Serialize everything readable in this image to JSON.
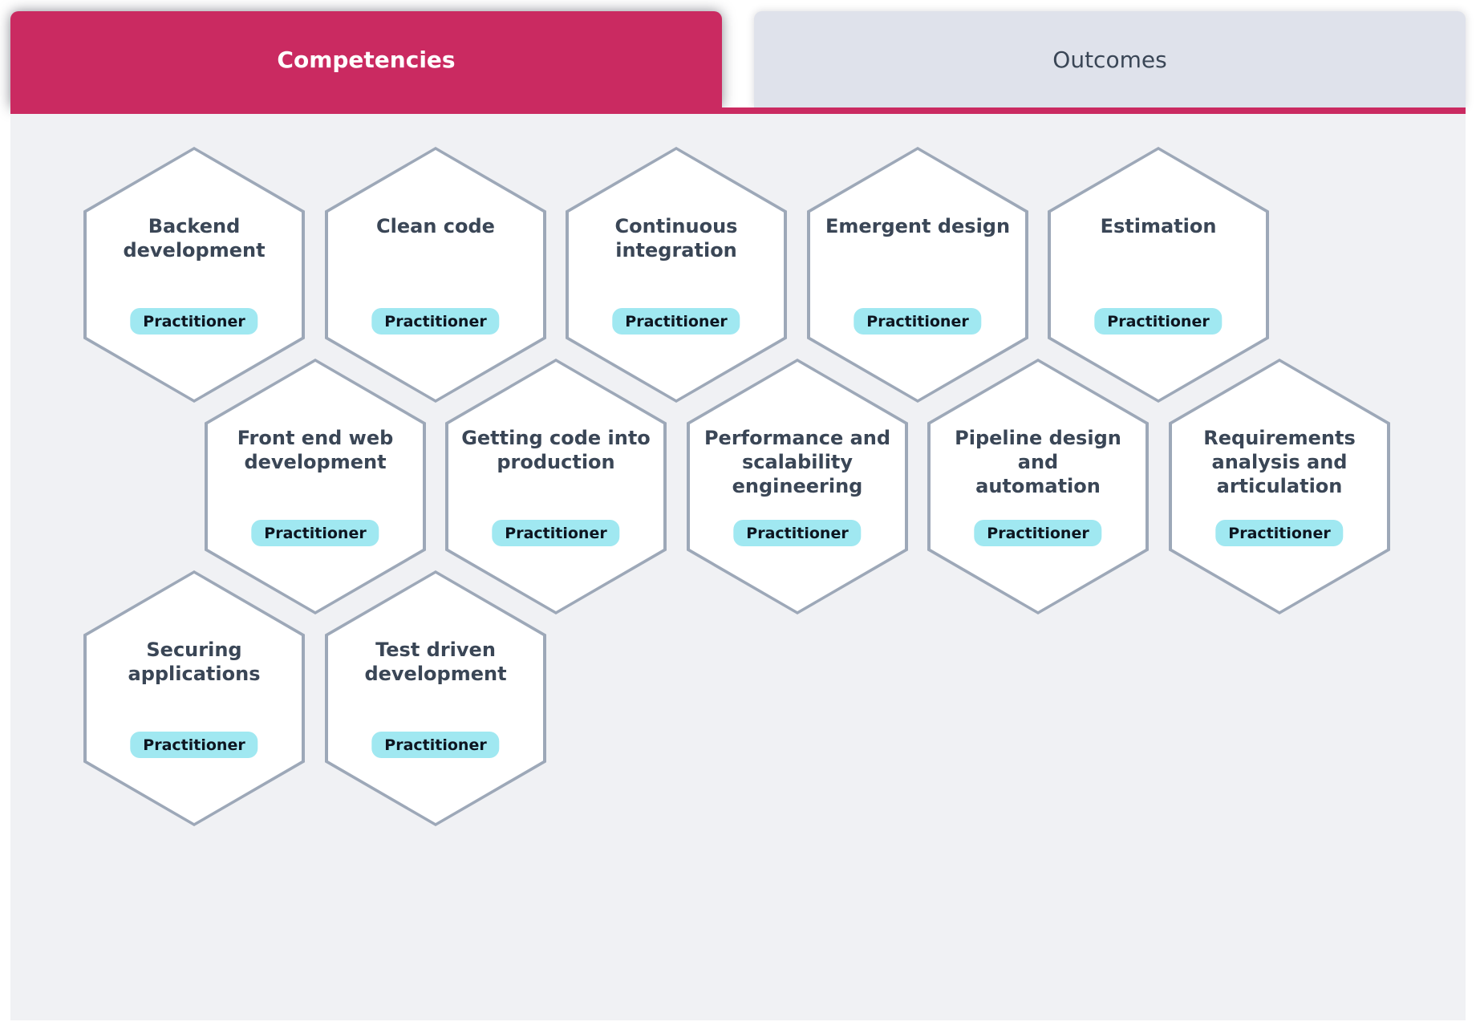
{
  "header": {
    "tabs": [
      {
        "label": "Competencies",
        "active": true
      },
      {
        "label": "Outcomes",
        "active": false
      }
    ]
  },
  "colors": {
    "accent_pink": "#ca2a61",
    "inactive_tab_bg": "#dfe2eb",
    "content_bg": "#f0f1f4",
    "hex_border": "#9da8b8",
    "badge_bg": "#a0e8f1",
    "title_text": "#3a4656"
  },
  "hexagons": [
    {
      "title": [
        "Backend",
        "development"
      ],
      "level": "Practitioner",
      "row": 1,
      "col": 0
    },
    {
      "title": [
        "Clean code"
      ],
      "level": "Practitioner",
      "row": 1,
      "col": 1
    },
    {
      "title": [
        "Continuous",
        "integration"
      ],
      "level": "Practitioner",
      "row": 1,
      "col": 2
    },
    {
      "title": [
        "Emergent design"
      ],
      "level": "Practitioner",
      "row": 1,
      "col": 3
    },
    {
      "title": [
        "Estimation"
      ],
      "level": "Practitioner",
      "row": 1,
      "col": 4
    },
    {
      "title": [
        "Front end web",
        "development"
      ],
      "level": "Practitioner",
      "row": 2,
      "col": 0
    },
    {
      "title": [
        "Getting code into",
        "production"
      ],
      "level": "Practitioner",
      "row": 2,
      "col": 1
    },
    {
      "title": [
        "Performance and",
        "scalability",
        "engineering"
      ],
      "level": "Practitioner",
      "row": 2,
      "col": 2
    },
    {
      "title": [
        "Pipeline design and",
        "automation"
      ],
      "level": "Practitioner",
      "row": 2,
      "col": 3
    },
    {
      "title": [
        "Requirements",
        "analysis and",
        "articulation"
      ],
      "level": "Practitioner",
      "row": 2,
      "col": 4
    },
    {
      "title": [
        "Securing",
        "applications"
      ],
      "level": "Practitioner",
      "row": 3,
      "col": 0
    },
    {
      "title": [
        "Test driven",
        "development"
      ],
      "level": "Practitioner",
      "row": 3,
      "col": 1
    }
  ]
}
